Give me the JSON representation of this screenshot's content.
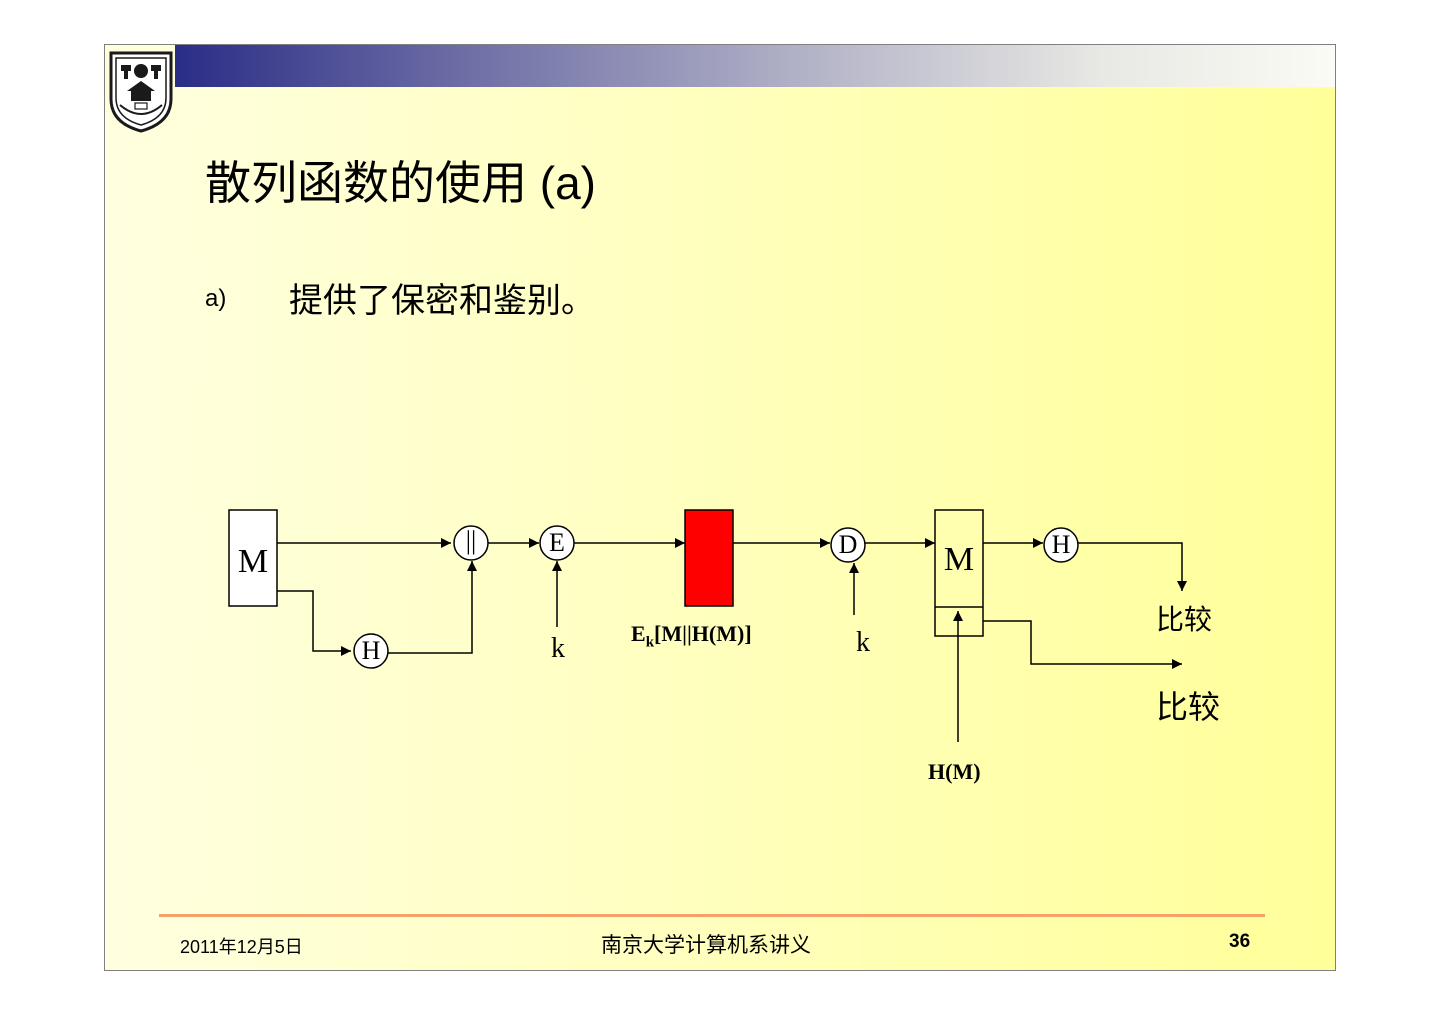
{
  "slide": {
    "title": "散列函数的使用 (a)",
    "bullet": {
      "marker": "a)",
      "text": "提供了保密和鉴别。"
    }
  },
  "diagram": {
    "message": "M",
    "hash_left": "H",
    "concat": "||",
    "encrypt": "E",
    "key_left": "k",
    "ciphertext_label_main": "E",
    "ciphertext_label_sub": "k",
    "ciphertext_label_rest": "[M||H(M)]",
    "decrypt": "D",
    "key_right": "k",
    "message_out": "M",
    "hash_right": "H",
    "compare_top": "比较",
    "compare_bottom": "比较",
    "hash_value_label": "H(M)"
  },
  "footer": {
    "date": "2011年12月5日",
    "center": "南京大学计算机系讲义",
    "page": "36"
  },
  "colors": {
    "cipher_block": "#ff0000",
    "footer_line": "#f5a16a",
    "header_band_start": "#2a2d86"
  }
}
